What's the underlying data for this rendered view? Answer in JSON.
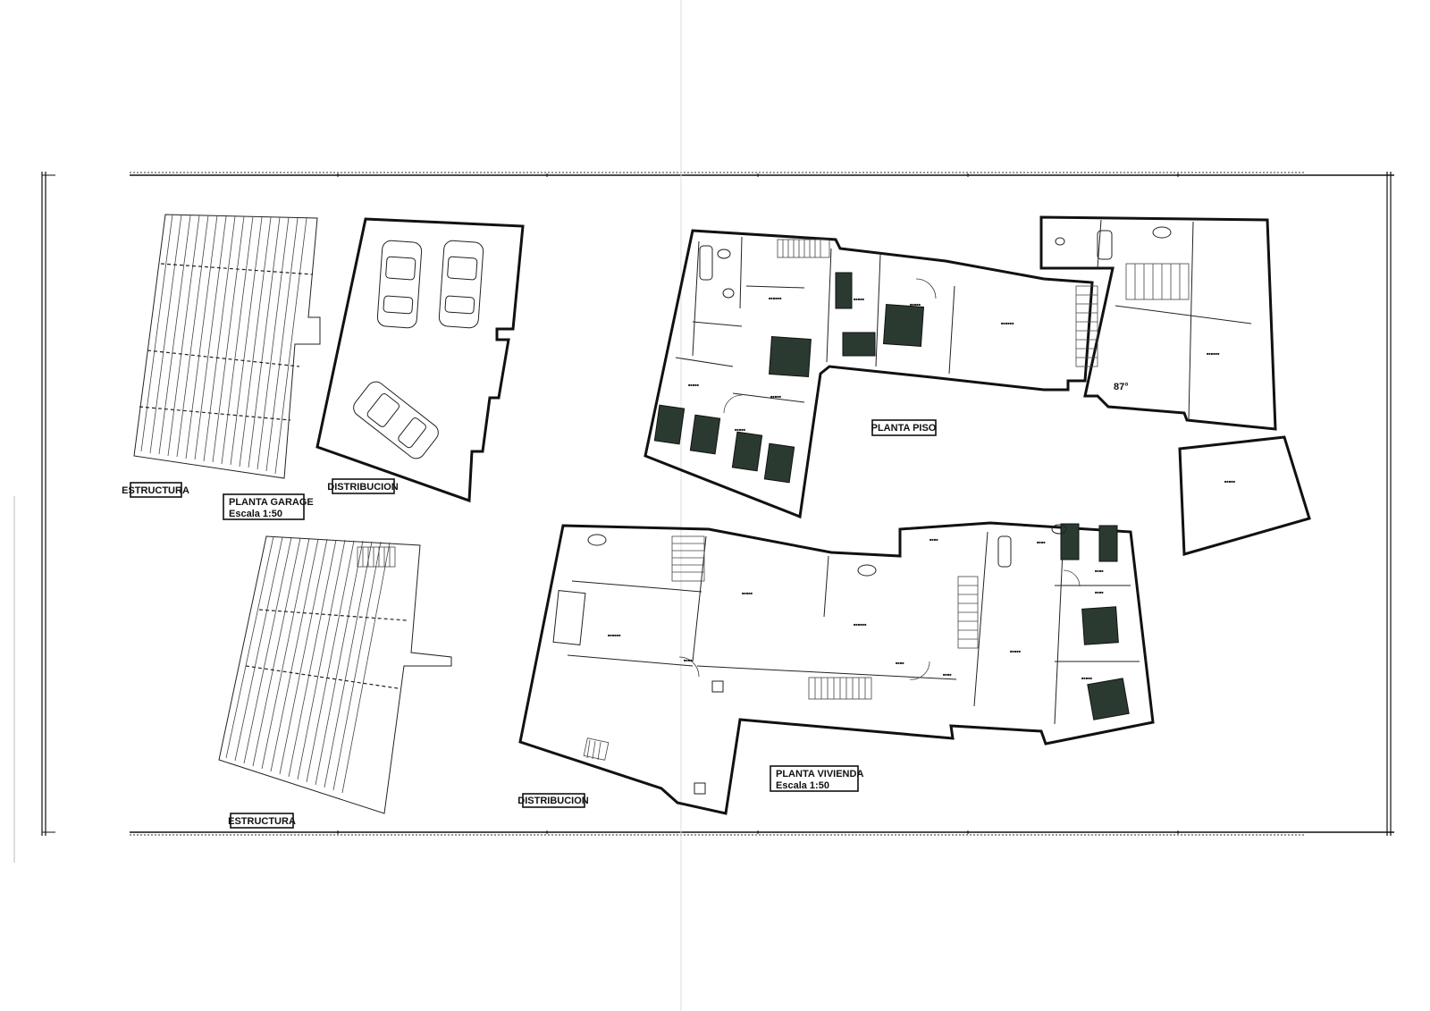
{
  "labels": {
    "estructura_garage": "ESTRUCTURA",
    "distribucion_garage": "DISTRIBUCION",
    "planta_garage_title": "PLANTA GARAGE",
    "planta_garage_scale": "Escala 1:50",
    "planta_piso": "PLANTA PISO",
    "estructura_vivienda": "ESTRUCTURA",
    "distribucion_vivienda": "DISTRIBUCION",
    "planta_vivienda_title": "PLANTA VIVIENDA",
    "planta_vivienda_scale": "Escala 1:50",
    "angle_note": "87°"
  },
  "colors": {
    "ink": "#111111",
    "paper": "#ffffff",
    "furniture_fill": "#2a3a30"
  },
  "icons": [
    "car-icon",
    "bed-icon",
    "stair-icon",
    "door-swing-icon",
    "sink-icon",
    "bathtub-icon"
  ]
}
